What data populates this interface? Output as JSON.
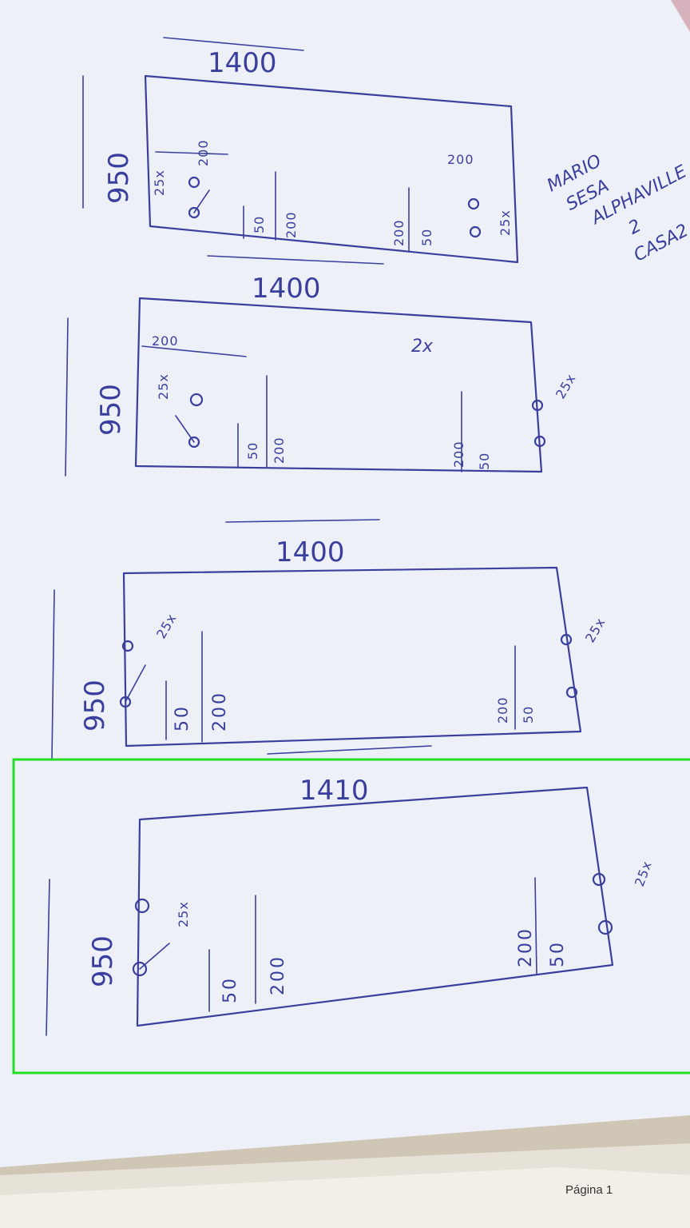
{
  "sheets": [
    {
      "width": "1400",
      "height": "950",
      "left": {
        "h1": "200",
        "h2": "25x",
        "h3": "50",
        "h4": "200"
      },
      "right": {
        "h1": "200",
        "h2": "25x",
        "h3": "200",
        "h4": "50"
      }
    },
    {
      "width": "1400",
      "height": "950",
      "qty": "2x",
      "left": {
        "h1": "200",
        "h2": "25x",
        "h3": "50",
        "h4": "200"
      },
      "right": {
        "h2": "25x",
        "h3": "200",
        "h4": "50"
      }
    },
    {
      "width": "1400",
      "height": "950",
      "left": {
        "h2": "25x",
        "h3": "50",
        "h4": "200"
      },
      "right": {
        "h2": "25x",
        "h3": "200",
        "h4": "50"
      }
    },
    {
      "width": "1410",
      "height": "950",
      "left": {
        "h2": "25x",
        "h3": "50",
        "h4": "200"
      },
      "right": {
        "h2": "25x",
        "h3": "200",
        "h4": "50"
      }
    }
  ],
  "note": {
    "line1": "MARIO",
    "line2": "SESA",
    "line3": "ALPHAVILLE",
    "line4": "2",
    "line5": "CASA2"
  },
  "footer": {
    "page": "Página 1"
  },
  "highlight_color": "#22dd22",
  "ink_color": "#3a3f9e"
}
